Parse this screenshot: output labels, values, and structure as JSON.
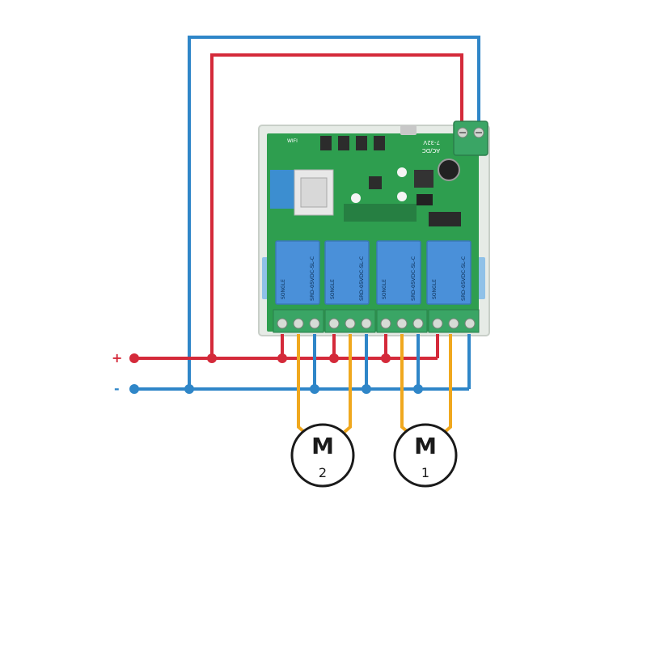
{
  "diagram": {
    "colors": {
      "positive_wire": "#d42a3a",
      "negative_wire": "#2f86c8",
      "motor_wire": "#f0a81e",
      "pcb": "#2e9e4f",
      "relay": "#4a90d9",
      "terminal": "#3aa565",
      "housing": "#e8ece8"
    },
    "supply": {
      "positive_symbol": "+",
      "negative_symbol": "-"
    },
    "board": {
      "silkscreen_wifi": "WIFI",
      "silkscreen_voltage": "7-32V",
      "silkscreen_acdc": "AC/DC",
      "relay_model": "SRD-05VDC-SL-C",
      "relay_brand": "SONGLE"
    },
    "motors": [
      {
        "letter": "M",
        "number": "2"
      },
      {
        "letter": "M",
        "number": "1"
      }
    ]
  }
}
